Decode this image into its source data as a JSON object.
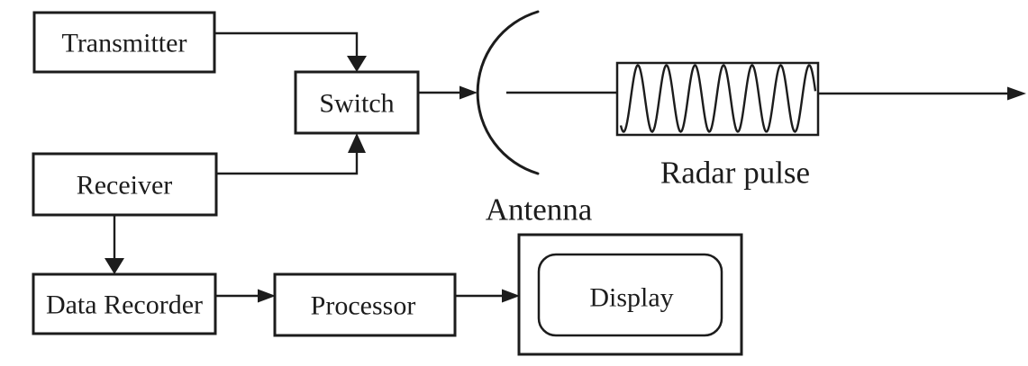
{
  "diagram": {
    "type": "block-diagram",
    "subject": "radar system",
    "background_color": "#ffffff",
    "line_color": "#1c1c1c",
    "nodes": {
      "transmitter": {
        "label": "Transmitter"
      },
      "receiver": {
        "label": "Receiver"
      },
      "switch": {
        "label": "Switch"
      },
      "data_recorder": {
        "label": "Data Recorder"
      },
      "processor": {
        "label": "Processor"
      },
      "display": {
        "label": "Display"
      }
    },
    "annotations": {
      "antenna": {
        "label": "Antenna"
      },
      "radar_pulse": {
        "label": "Radar pulse"
      }
    },
    "edges": [
      {
        "from": "transmitter",
        "to": "switch"
      },
      {
        "from": "receiver",
        "to": "switch"
      },
      {
        "from": "switch",
        "to": "antenna"
      },
      {
        "from": "antenna",
        "to": "radar-pulse-outgoing"
      },
      {
        "from": "receiver",
        "to": "data_recorder"
      },
      {
        "from": "data_recorder",
        "to": "processor"
      },
      {
        "from": "processor",
        "to": "display"
      }
    ]
  }
}
